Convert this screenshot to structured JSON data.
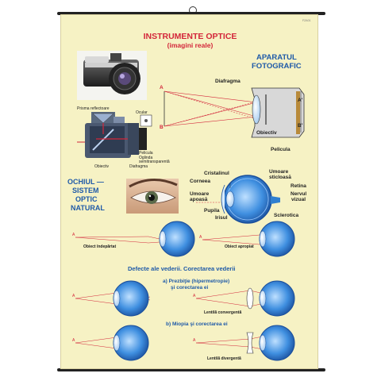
{
  "poster": {
    "code": "FZA01",
    "title": "INSTRUMENTE OPTICE",
    "subtitle": "(imagini reale)"
  },
  "camera_section": {
    "heading_line1": "APARATUL",
    "heading_line2": "FOTOGRAFIC",
    "diagram_labels": {
      "A": "A",
      "B": "B",
      "A_prime": "A'",
      "B_prime": "B'",
      "diafragma": "Diafragma",
      "obiectiv": "Obiectiv",
      "pelicula": "Pelicula"
    },
    "cutaway_labels": {
      "prisma": "Prisma reflectoare",
      "ocular": "Ocular",
      "pelicula": "Pelicula",
      "oglinda": "Oglinda",
      "oglinda2": "semitransparentă",
      "obiectiv": "Obiectiv",
      "diafragma": "Diafragma"
    }
  },
  "eye_section": {
    "heading_line1": "OCHIUL —",
    "heading_line2": "SISTEM",
    "heading_line3": "OPTIC",
    "heading_line4": "NATURAL",
    "labels": {
      "cristalinul": "Cristalinul",
      "corneea": "Corneea",
      "umoare_apoasa_1": "Umoare",
      "umoare_apoasa_2": "apoasă",
      "pupila": "Pupila",
      "irisul": "Irisul",
      "umoare_sticloasa_1": "Umoare",
      "umoare_sticloasa_2": "sticloasă",
      "retina": "Retina",
      "nervul_1": "Nervul",
      "nervul_2": "vizual",
      "sclerotica": "Sclerotica"
    },
    "object_far": "Obiect îndepărtat",
    "object_near": "Obiect apropiat",
    "A": "A"
  },
  "defects_section": {
    "heading": "Defecte ale vederii. Corectarea vederii",
    "hyperopia_line1": "a) Prezbiţie (hipermetropie)",
    "hyperopia_line2": "şi corectarea ei",
    "converging_lens": "Lentilă convergentă",
    "myopia": "b) Miopia şi corectarea ei",
    "diverging_lens": "Lentilă divergentă",
    "A": "A"
  },
  "colors": {
    "title": "#d3263a",
    "heading": "#1f5aa8",
    "poster_bg": "#f6f2c4",
    "ray": "#d3263a",
    "eye_blue": "#2f7fd0"
  }
}
